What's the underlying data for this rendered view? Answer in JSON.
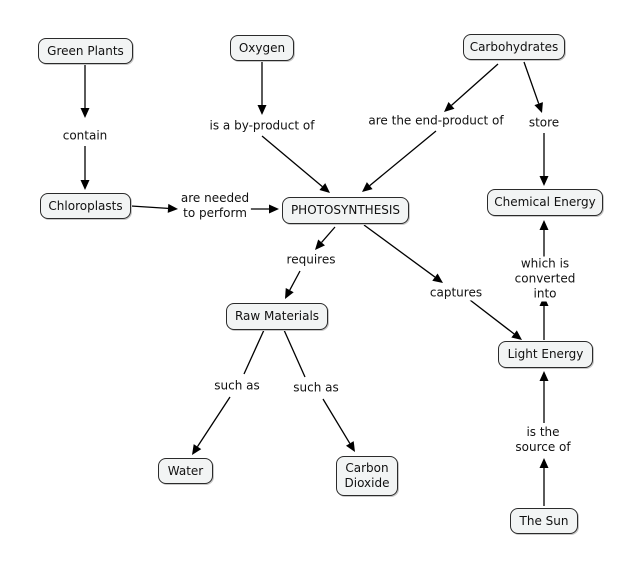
{
  "concepts": {
    "green_plants": "Green Plants",
    "oxygen": "Oxygen",
    "carbohydrates": "Carbohydrates",
    "chloroplasts": "Chloroplasts",
    "photosynthesis": "PHOTOSYNTHESIS",
    "chemical_energy": "Chemical Energy",
    "raw_materials": "Raw Materials",
    "light_energy": "Light Energy",
    "water": "Water",
    "carbon_dioxide": "Carbon\nDioxide",
    "the_sun": "The Sun"
  },
  "links": {
    "contain": "contain",
    "is_by_product_of": "is a by-product of",
    "are_end_product_of": "are the end-product of",
    "store": "store",
    "are_needed_to_perform": "are needed\nto perform",
    "requires": "requires",
    "captures": "captures",
    "which_is_converted_into": "which is\nconverted into",
    "such_as_water": "such as",
    "such_as_co2": "such as",
    "is_the_source_of": "is the\nsource of"
  },
  "colors": {
    "line": "#000000",
    "node_fill": "#f2f4f4",
    "node_border": "#2b2b2b"
  }
}
